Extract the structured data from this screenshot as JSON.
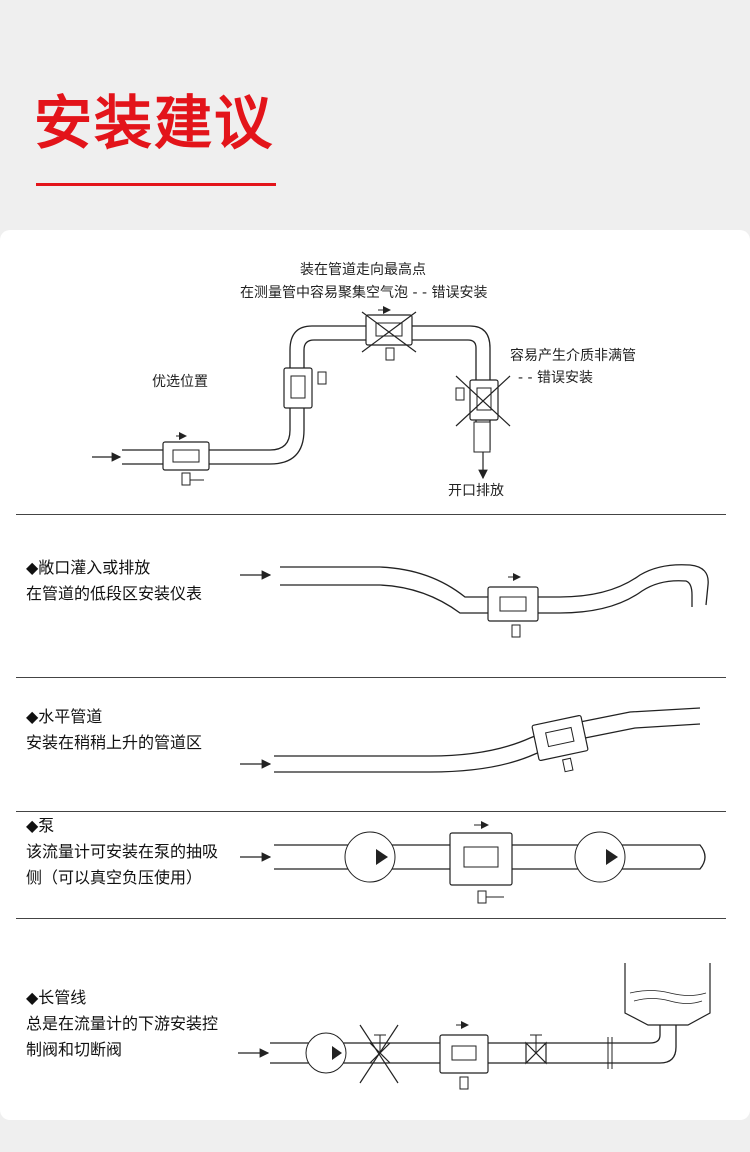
{
  "header": {
    "title": "安装建议"
  },
  "top_diagram": {
    "label_high_line1": "装在管道走向最高点",
    "label_high_line2": "在测量管中容易聚集空气泡 - - 错误安装",
    "label_down_line1": "容易产生介质非满管",
    "label_down_line2": "- - 错误安装",
    "label_preferred": "优选位置",
    "label_open": "开口排放"
  },
  "sections": [
    {
      "title": "◆敞口灌入或排放",
      "desc": "在管道的低段区安装仪表"
    },
    {
      "title": "◆水平管道",
      "desc": "安装在稍稍上升的管道区"
    },
    {
      "title": "◆泵",
      "desc": "该流量计可安装在泵的抽吸侧（可以真空负压使用）"
    },
    {
      "title": "◆长管线",
      "desc": "总是在流量计的下游安装控制阀和切断阀"
    }
  ],
  "icons": [
    "flow-arrow-icon",
    "flowmeter-icon",
    "pump-icon",
    "valve-icon",
    "tank-icon",
    "cross-out-icon"
  ]
}
